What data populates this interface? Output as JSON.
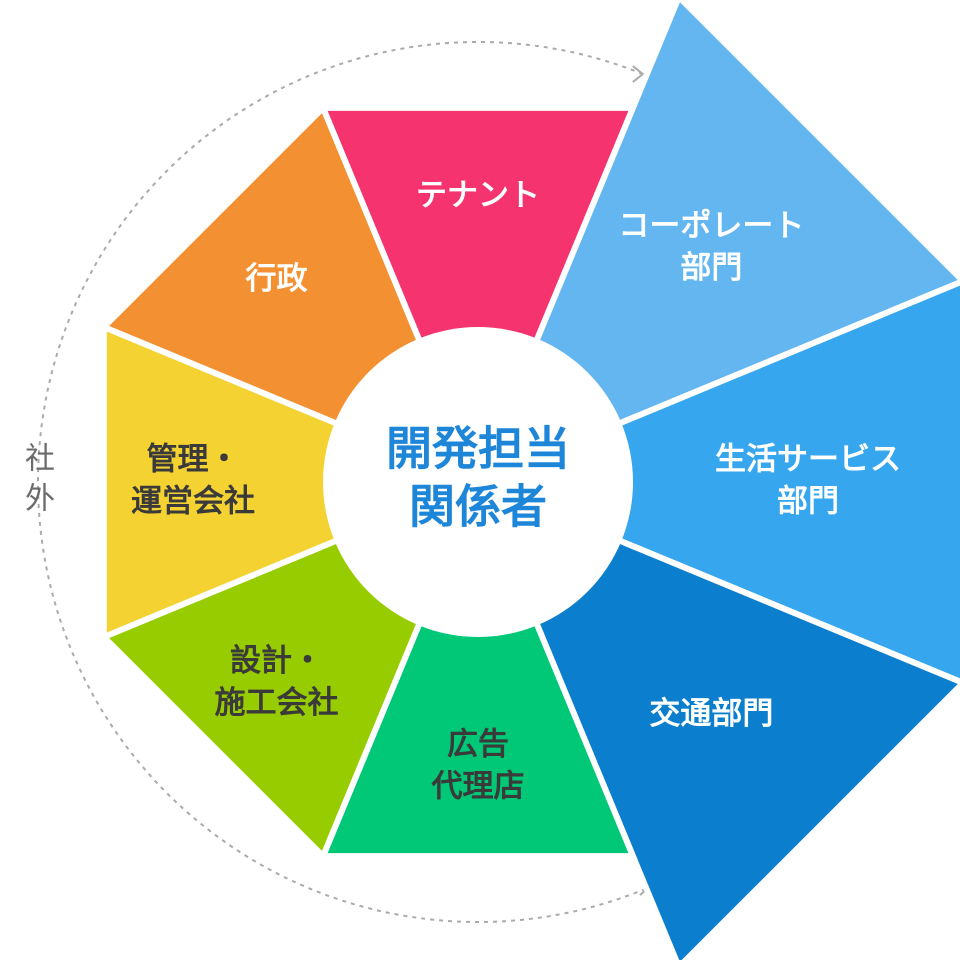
{
  "center": {
    "line1": "開発担当",
    "line2": "関係者",
    "color": "#1e86d8"
  },
  "side_label": {
    "line1": "社",
    "line2": "外"
  },
  "segments": [
    {
      "id": "tenant",
      "lines": [
        "テナント"
      ],
      "color": "#f5336e",
      "arrow_color": "#f5336e",
      "text": "light",
      "outer": false
    },
    {
      "id": "corporate",
      "lines": [
        "コーポレート",
        "部門"
      ],
      "color": "#64b6f1",
      "arrow_color": "#64b6f1",
      "text": "light",
      "outer": true
    },
    {
      "id": "lifestyle",
      "lines": [
        "生活サービス",
        "部門"
      ],
      "color": "#36a6ee",
      "arrow_color": "#36a6ee",
      "text": "light",
      "outer": true
    },
    {
      "id": "transport",
      "lines": [
        "交通部門"
      ],
      "color": "#0b7fcd",
      "arrow_color": "#0b7fcd",
      "text": "light",
      "outer": true
    },
    {
      "id": "ad-agency",
      "lines": [
        "広告",
        "代理店"
      ],
      "color": "#00c877",
      "arrow_color": "#00c877",
      "text": "dark",
      "outer": false
    },
    {
      "id": "design",
      "lines": [
        "設計・",
        "施工会社"
      ],
      "color": "#97cc00",
      "arrow_color": "#97cc00",
      "text": "dark",
      "outer": false
    },
    {
      "id": "management",
      "lines": [
        "管理・",
        "運営会社"
      ],
      "color": "#f4d232",
      "arrow_color": "#f4d232",
      "text": "dark",
      "outer": false
    },
    {
      "id": "government",
      "lines": [
        "行政"
      ],
      "color": "#f39032",
      "arrow_color": "#f39032",
      "text": "light",
      "outer": false
    }
  ],
  "colors": {
    "dashed_arc": "#aaaaaa",
    "side_text": "#6b6b6b",
    "divider": "#ffffff"
  }
}
